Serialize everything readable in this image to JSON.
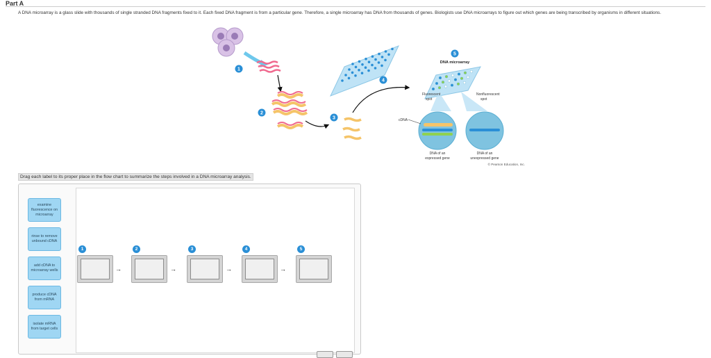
{
  "part": {
    "title": "Part A"
  },
  "intro": {
    "text": "A DNA microarray is a glass slide with thousands of single stranded DNA fragments fixed to it. Each fixed DNA fragment is from a particular gene. Therefore, a single microarray has DNA from thousands of genes. Biologists use DNA microarrays to figure out which genes are being transcribed by organisms in different situations."
  },
  "figure": {
    "title": "DNA microarray",
    "step_numbers": [
      "1",
      "2",
      "3",
      "4",
      "5"
    ],
    "cdna_label": "cDNA",
    "fluorescent_label_line1": "Fluorescent",
    "fluorescent_label_line2": "spot",
    "nonfluorescent_label_line1": "Nonfluorescent",
    "nonfluorescent_label_line2": "spot",
    "expressed_line1": "DNA of an",
    "expressed_line2": "expressed gene",
    "unexpressed_line1": "DNA of an",
    "unexpressed_line2": "unexpressed gene",
    "credit": "© Pearson Education, Inc."
  },
  "instruction": {
    "text": "Drag each label to its proper place in the flow chart to summarize the steps involved in a DNA microarray analysis."
  },
  "labels": [
    {
      "text": "examine fluorescence on microarray"
    },
    {
      "text": "rinse to remove unbound cDNA"
    },
    {
      "text": "add cDNA to microarray wells"
    },
    {
      "text": "produce cDNA from mRNA"
    },
    {
      "text": "isolate mRNA from target cells"
    }
  ],
  "flowchart": {
    "steps": [
      "1",
      "2",
      "3",
      "4",
      "5"
    ],
    "drop_zones": [
      {
        "value": ""
      },
      {
        "value": ""
      },
      {
        "value": ""
      },
      {
        "value": ""
      },
      {
        "value": ""
      }
    ]
  },
  "colors": {
    "badge": "#2a8fd6",
    "label_fill": "#9fd6f3",
    "label_border": "#6bb8e3",
    "microarray": "#bfe3f6",
    "mrna": "#f06a8f",
    "cdna": "#f5c469",
    "spot_fluorescent": "#8fd14f",
    "spot_blue": "#2a8fd6"
  }
}
